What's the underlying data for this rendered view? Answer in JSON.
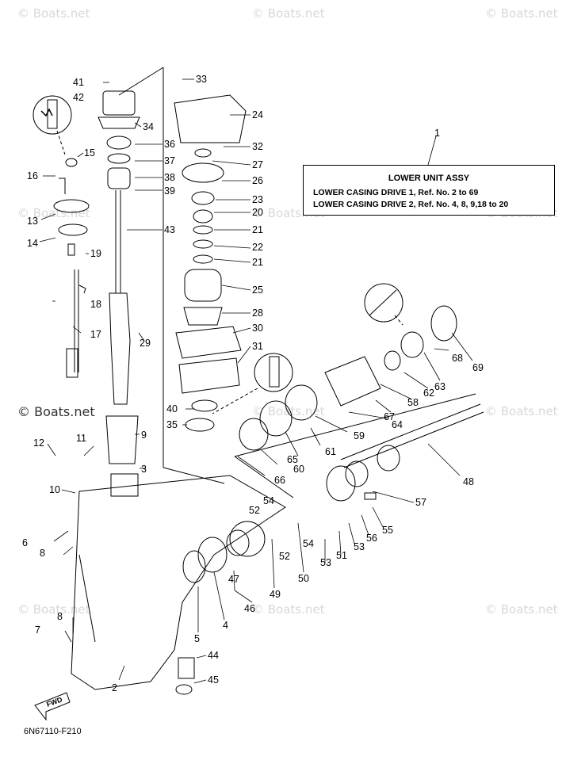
{
  "title_box": {
    "heading": "LOWER UNIT ASSY",
    "row1": "LOWER CASING DRIVE 1,   Ref. No. 2 to 69",
    "row2": "LOWER CASING DRIVE 2,   Ref. No. 4, 8, 9,18 to 20"
  },
  "figure_code": "6N67110-F210",
  "watermark": "© Boats.net",
  "fwd_label": "FWD",
  "callouts": {
    "n1": "1",
    "n2": "2",
    "n3": "3",
    "n4": "4",
    "n5": "5",
    "n6": "6",
    "n7": "7",
    "n8a": "8",
    "n8b": "8",
    "n9": "9",
    "n10": "10",
    "n11": "11",
    "n12": "12",
    "n13": "13",
    "n14": "14",
    "n15": "15",
    "n16": "16",
    "n17": "17",
    "n18": "18",
    "n19": "19",
    "n20a": "20",
    "n21a": "21",
    "n21b": "21",
    "n22": "22",
    "n23": "23",
    "n24": "24",
    "n25": "25",
    "n26": "26",
    "n27": "27",
    "n28": "28",
    "n29": "29",
    "n30": "30",
    "n31": "31",
    "n32": "32",
    "n33": "33",
    "n34": "34",
    "n35": "35",
    "n36": "36",
    "n37": "37",
    "n38": "38",
    "n39": "39",
    "n40": "40",
    "n41": "41",
    "n42": "42",
    "n43": "43",
    "n44": "44",
    "n45": "45",
    "n46": "46",
    "n47": "47",
    "n48": "48",
    "n49": "49",
    "n50": "50",
    "n51": "51",
    "n52a": "52",
    "n52b": "52",
    "n53a": "53",
    "n53b": "53",
    "n54a": "54",
    "n54b": "54",
    "n55": "55",
    "n56": "56",
    "n57": "57",
    "n58": "58",
    "n59": "59",
    "n60": "60",
    "n61": "61",
    "n62": "62",
    "n63": "63",
    "n64": "64",
    "n65": "65",
    "n66": "66",
    "n67": "67",
    "n68": "68",
    "n69": "69"
  }
}
